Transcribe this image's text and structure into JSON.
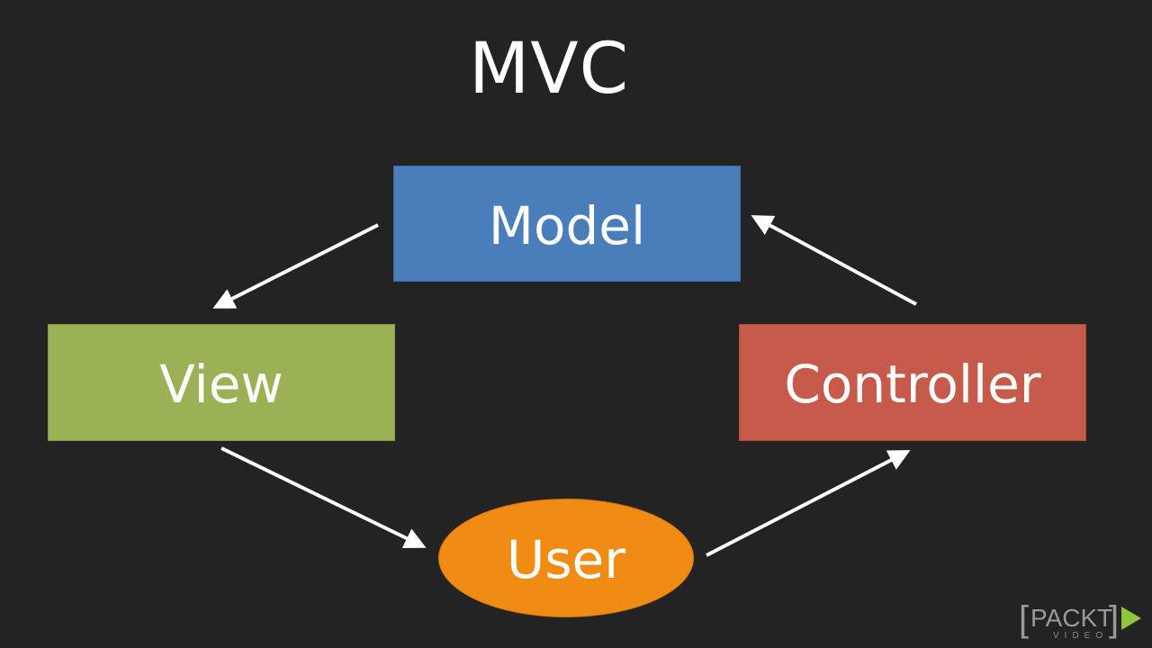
{
  "title": "MVC",
  "nodes": {
    "model": {
      "label": "Model",
      "color": "#4a7ebb"
    },
    "view": {
      "label": "View",
      "color": "#9bb155"
    },
    "controller": {
      "label": "Controller",
      "color": "#c65a4b"
    },
    "user": {
      "label": "User",
      "color": "#f08c14"
    }
  },
  "edges": [
    {
      "from": "Model",
      "to": "View"
    },
    {
      "from": "View",
      "to": "User"
    },
    {
      "from": "User",
      "to": "Controller"
    },
    {
      "from": "Controller",
      "to": "Model"
    }
  ],
  "logo": {
    "text": "PACKT",
    "subtext": "VIDEO",
    "bracket_open": "[",
    "bracket_close": "]",
    "accent": "#8dc63f"
  }
}
